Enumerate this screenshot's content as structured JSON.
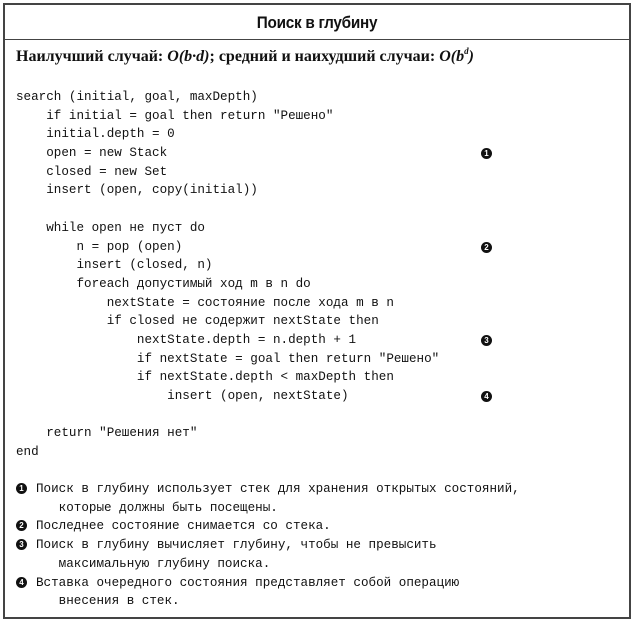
{
  "title": "Поиск в глубину",
  "complexity": {
    "best_label": "Наилучший случай:",
    "best_expr": "O(b·d)",
    "rest_label": "; средний и наихудший случаи:",
    "worst_base": "O(b",
    "worst_exp": "d",
    "worst_close": ")"
  },
  "code_lines": [
    "search (initial, goal, maxDepth)",
    "    if initial = goal then return \"Решено\"",
    "    initial.depth = 0",
    "    open = new Stack",
    "    closed = new Set",
    "    insert (open, copy(initial))",
    "",
    "    while open не пуст do",
    "        n = pop (open)",
    "        insert (closed, n)",
    "        foreach допустимый ход m в n do",
    "            nextState = состояние после хода m в n",
    "            if closed не содержит nextState then",
    "                nextState.depth = n.depth + 1",
    "                if nextState = goal then return \"Решено\"",
    "                if nextState.depth < maxDepth then",
    "                    insert (open, nextState)",
    "",
    "    return \"Решения нет\"",
    "end"
  ],
  "code_markers": [
    {
      "label": "1",
      "line": 3
    },
    {
      "label": "2",
      "line": 8
    },
    {
      "label": "3",
      "line": 13
    },
    {
      "label": "4",
      "line": 16
    }
  ],
  "notes": [
    {
      "marker": "1",
      "text": "Поиск в глубину использует стек для хранения открытых состояний,\n   которые должны быть посещены."
    },
    {
      "marker": "2",
      "text": "Последнее состояние снимается со стека."
    },
    {
      "marker": "3",
      "text": "Поиск в глубину вычисляет глубину, чтобы не превысить\n   максимальную глубину поиска."
    },
    {
      "marker": "4",
      "text": "Вставка очередного состояния представляет собой операцию\n   внесения в стек."
    }
  ]
}
